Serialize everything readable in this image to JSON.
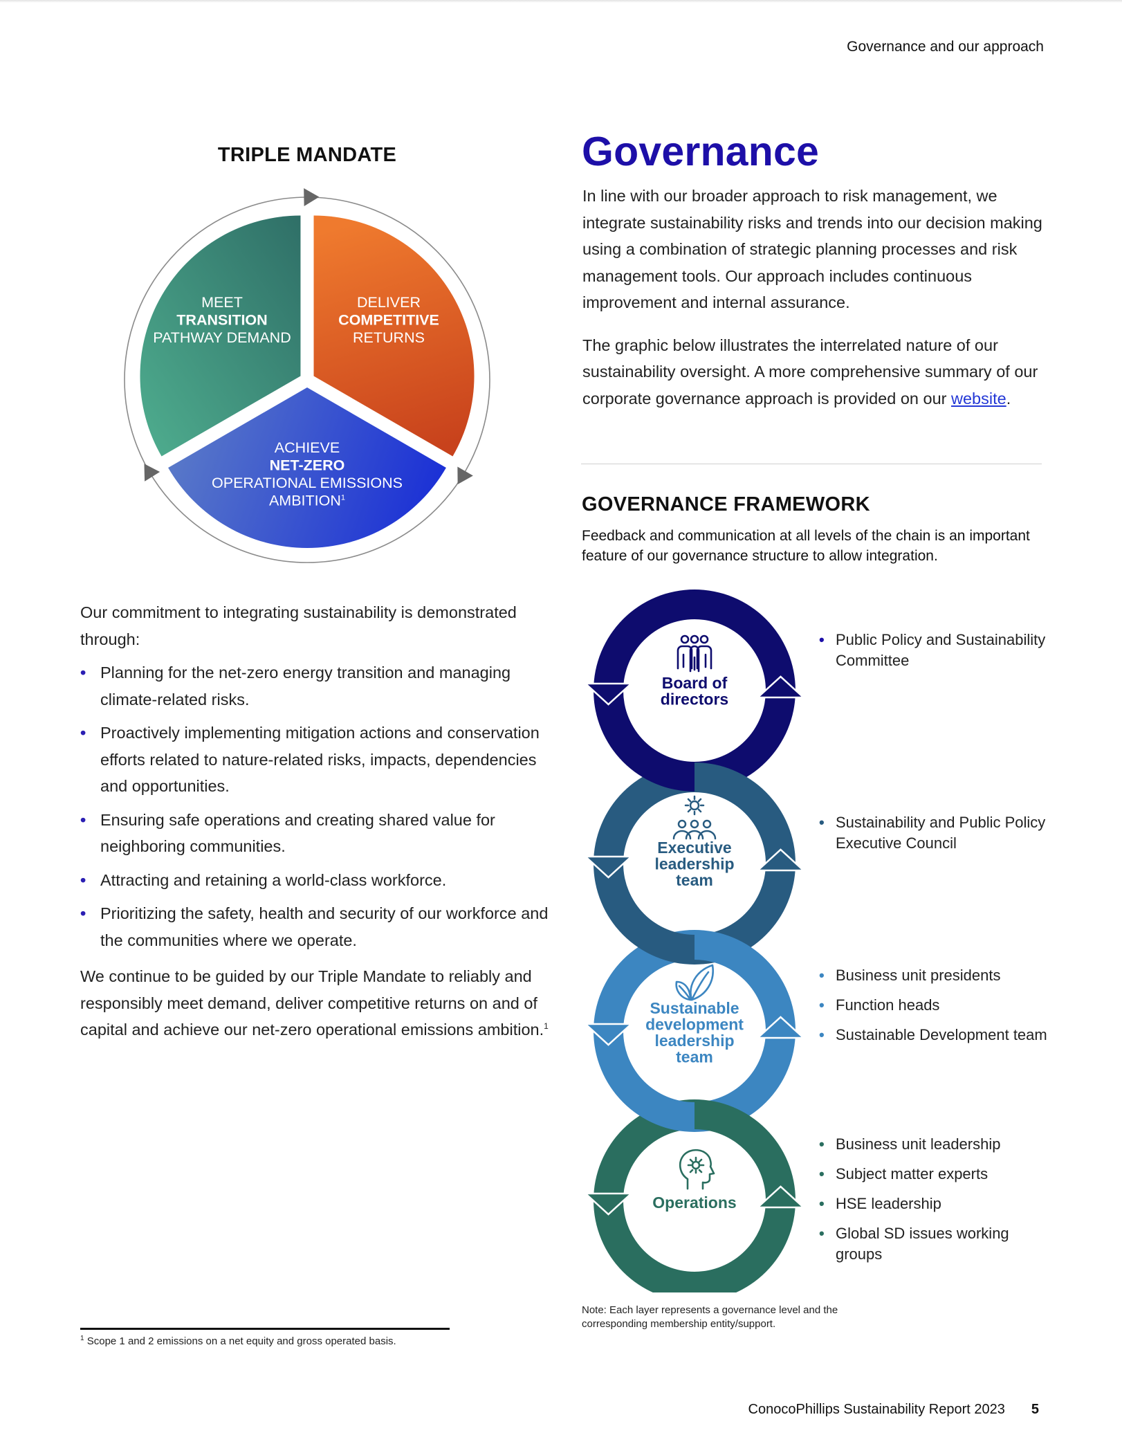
{
  "header": {
    "section": "Governance and our approach"
  },
  "triple_mandate": {
    "title": "TRIPLE MANDATE",
    "segments": [
      {
        "line1": "MEET",
        "line2": "TRANSITION",
        "line3": "PATHWAY DEMAND",
        "color_start": "#4fae8f",
        "color_end": "#2f6f67"
      },
      {
        "line1": "DELIVER",
        "line2": "COMPETITIVE",
        "line3": "RETURNS",
        "color_start": "#ef7a2e",
        "color_end": "#c8421c"
      },
      {
        "line1": "ACHIEVE",
        "line2": "NET-ZERO",
        "line3": "OPERATIONAL EMISSIONS",
        "line4": "AMBITION",
        "sup": "1",
        "color_start": "#5a7ac8",
        "color_end": "#1a2fd6"
      }
    ]
  },
  "left": {
    "intro": "Our commitment to integrating sustainability is demonstrated through:",
    "bullets": [
      "Planning for the net-zero energy transition and managing climate-related risks.",
      "Proactively implementing mitigation actions and conservation efforts related to nature-related risks, impacts, dependencies and opportunities.",
      "Ensuring safe operations and creating shared value for neighboring communities.",
      "Attracting and retaining a world-class workforce.",
      "Prioritizing the safety, health and security of our workforce and the communities where we operate."
    ],
    "closing": "We continue to be guided by our Triple Mandate to reliably and responsibly meet demand, deliver competitive returns on and of capital and achieve our net-zero operational emissions ambition.",
    "closing_sup": "1"
  },
  "footnote": {
    "marker": "1",
    "text": "Scope 1 and 2 emissions on a net equity and gross operated basis."
  },
  "governance": {
    "title": "Governance",
    "para1": "In line with our broader approach to risk management, we integrate sustainability risks and trends into our decision making using a combination of strategic planning processes and risk management tools. Our approach includes continuous improvement and internal assurance.",
    "para2_before": "The graphic below illustrates the interrelated nature of our sustainability oversight. A more comprehensive summary of our corporate governance approach is provided on our ",
    "para2_link": "website",
    "para2_after": "."
  },
  "framework": {
    "title": "GOVERNANCE FRAMEWORK",
    "description": "Feedback and communication at all levels of the chain is an important feature of our governance structure to allow integration.",
    "levels": [
      {
        "label_lines": [
          "Board of",
          "directors"
        ],
        "color": "#0e0c6e",
        "icon": "people-group-icon",
        "items": [
          "Public Policy and Sustainability Committee"
        ]
      },
      {
        "label_lines": [
          "Executive",
          "leadership",
          "team"
        ],
        "color": "#285b80",
        "icon": "gear-people-icon",
        "items": [
          "Sustainability and Public Policy Executive Council"
        ]
      },
      {
        "label_lines": [
          "Sustainable",
          "development",
          "leadership",
          "team"
        ],
        "color": "#3c86c1",
        "icon": "leaves-icon",
        "items": [
          "Business unit presidents",
          "Function heads",
          "Sustainable Development team"
        ]
      },
      {
        "label_lines": [
          "Operations"
        ],
        "color": "#2a6e5f",
        "icon": "head-gear-icon",
        "items": [
          "Business unit leadership",
          "Subject matter experts",
          "HSE leadership",
          "Global SD issues working groups"
        ]
      }
    ],
    "note": "Note: Each layer represents a governance level and the corresponding membership entity/support."
  },
  "footer": {
    "report": "ConocoPhillips Sustainability Report 2023",
    "page": "5"
  }
}
